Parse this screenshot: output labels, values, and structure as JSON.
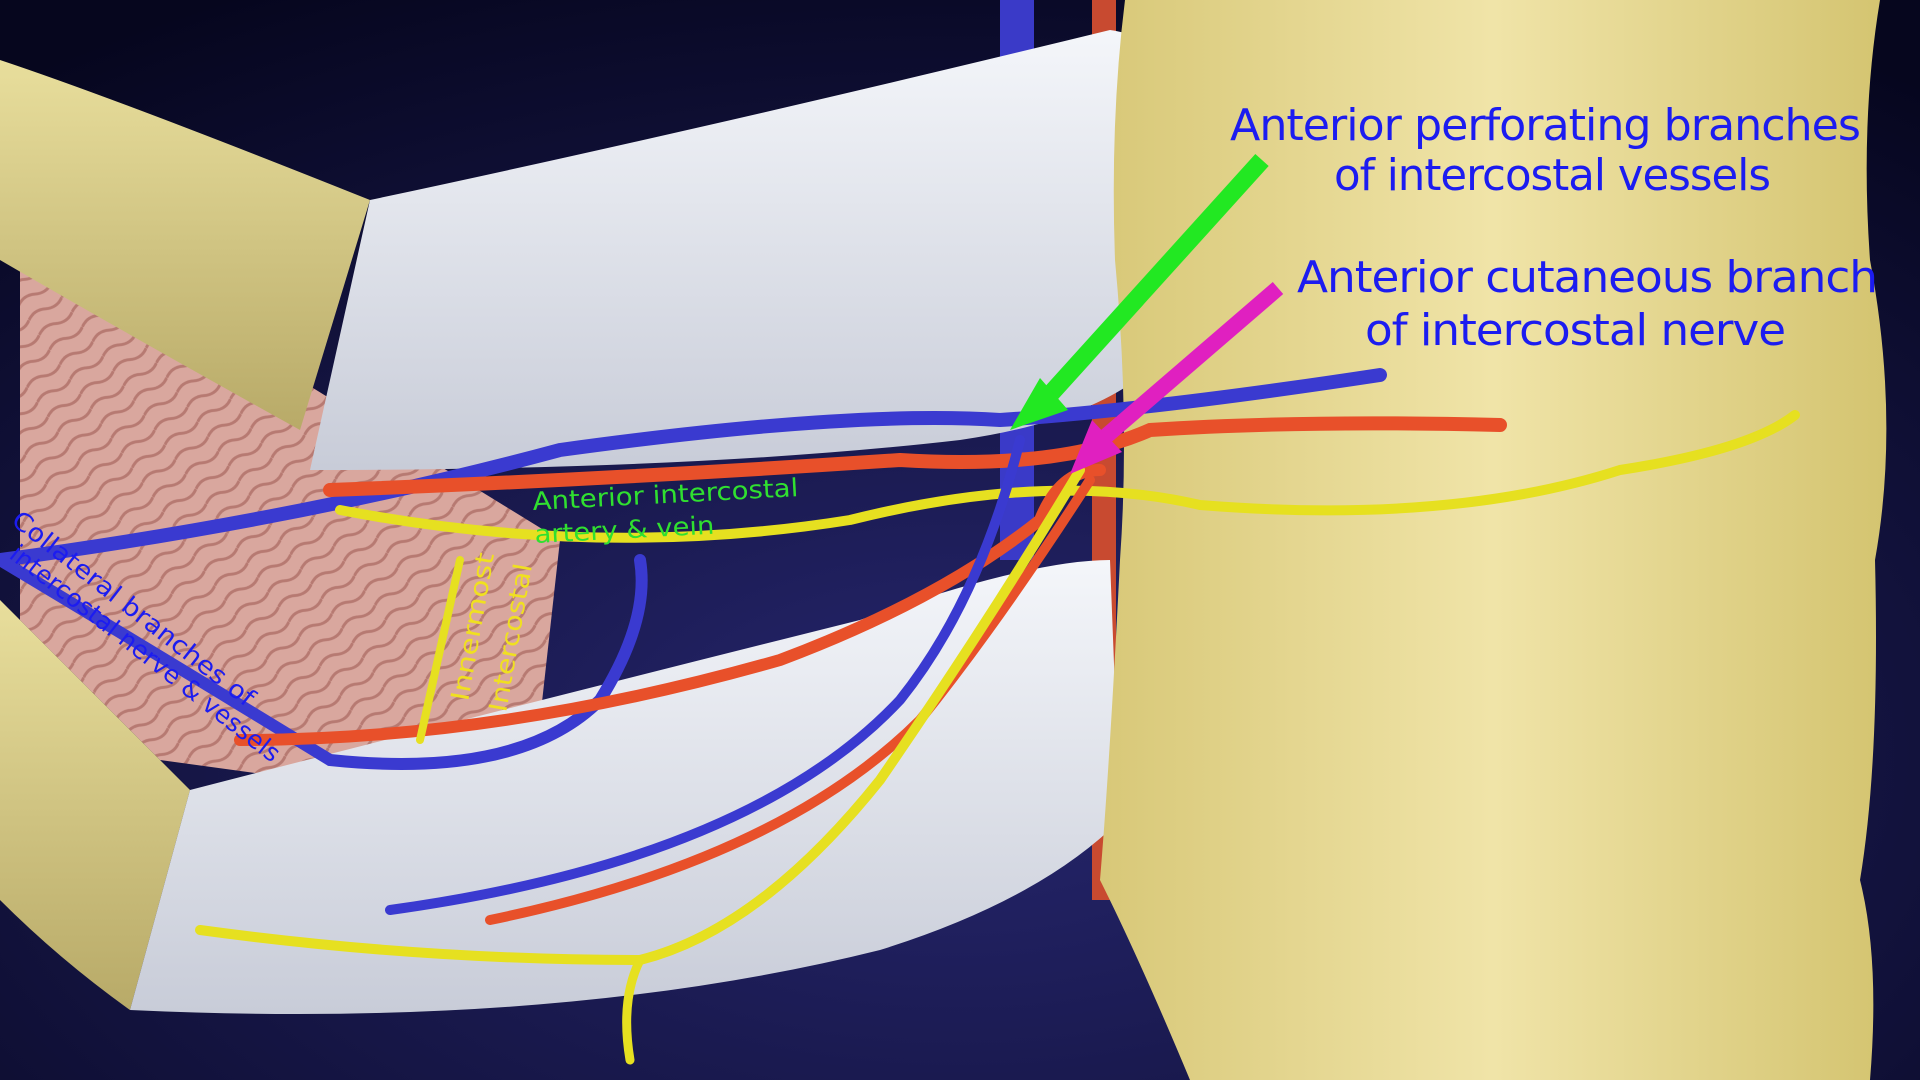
{
  "labels": {
    "perforating_line1": "Anterior perforating branches",
    "perforating_line2": "of intercostal vessels",
    "cutaneous_line1": "Anterior cutaneous branch",
    "cutaneous_line2": "of intercostal nerve",
    "artery_vein_line1": "Anterior intercostal",
    "artery_vein_line2": "artery & vein",
    "innermost": "Innermost",
    "intercostal": "Intercostal",
    "collateral_line1": "Collateral branches of",
    "collateral_line2": "intercostal nerve & vessels"
  },
  "colors": {
    "background": "#0a0a32",
    "sternum": "#e6d68a",
    "cartilage": "#e8eaf0",
    "rib": "#d8cc88",
    "muscle": "#d8a8a0",
    "artery": "#e8502a",
    "vein": "#3a3ad0",
    "nerve": "#e6e020",
    "label_blue": "#1c1cf0",
    "label_green": "#30e030",
    "label_yellow": "#f0e020",
    "pointer_green": "#22e822",
    "pointer_magenta": "#e020c0"
  }
}
